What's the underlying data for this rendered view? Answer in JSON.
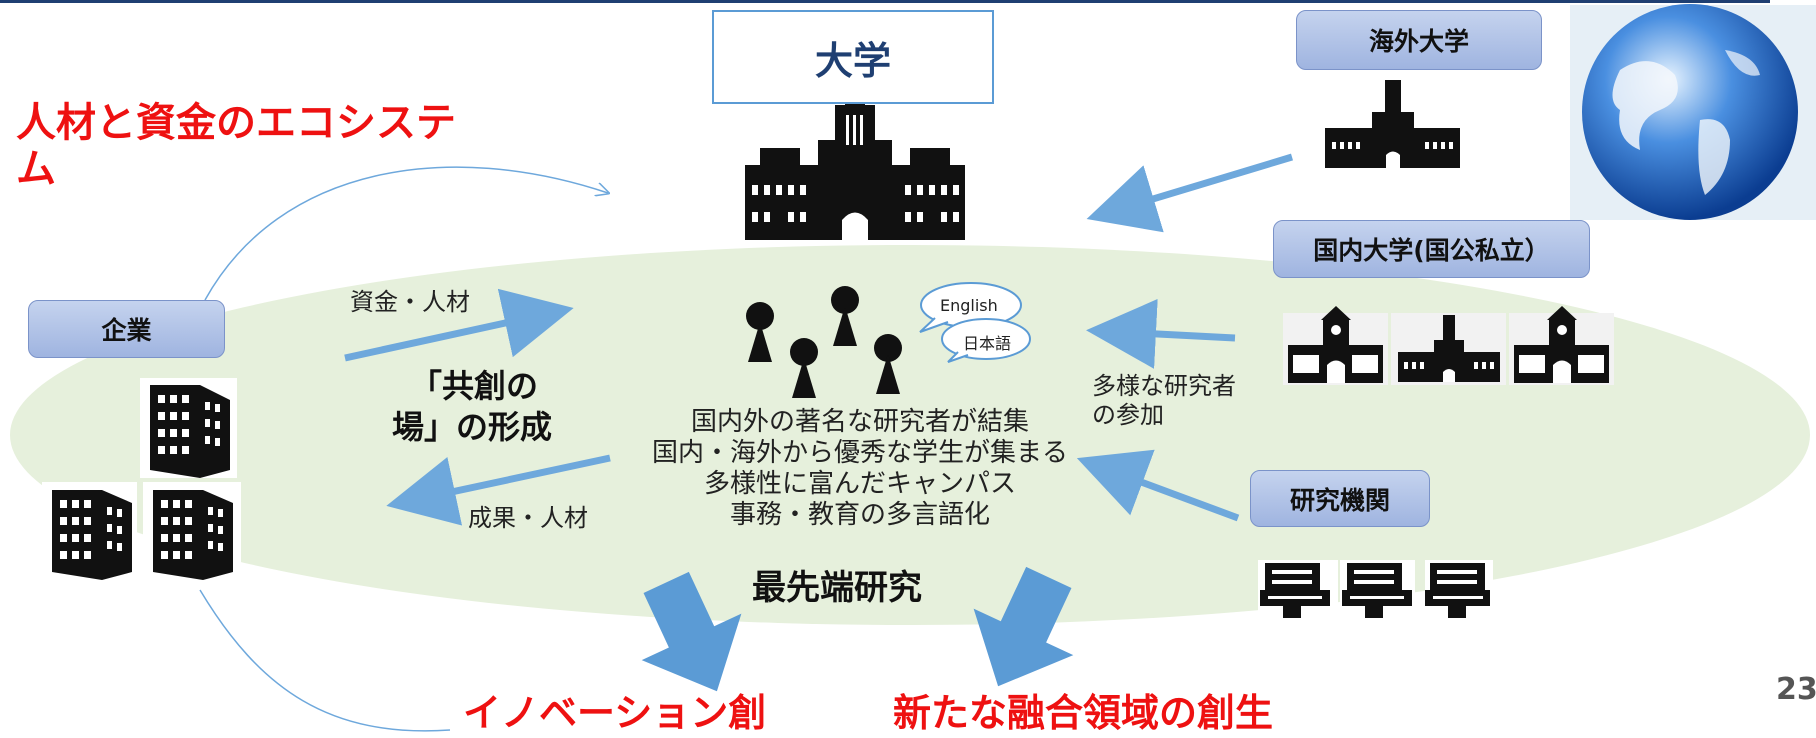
{
  "title": "人材と資金のエコシステム",
  "university_box": "大学",
  "overseas_univ": "海外大学",
  "domestic_univ": "国内大学(国公私立）",
  "company": "企業",
  "research_inst": "研究機関",
  "flow_top": "資金・人材",
  "flow_bottom": "成果・人材",
  "co_creation_line1": "「共創の",
  "co_creation_line2": "場」の形成",
  "researchers_join_line1": "多様な研究者",
  "researchers_join_line2": "の参加",
  "center_lines": [
    "国内外の著名な研究者が結集",
    "国内・海外から優秀な学生が集まる",
    "多様性に富んだキャンパス",
    "事務・教育の多言語化"
  ],
  "cutting_edge": "最先端研究",
  "bubble_en": "English",
  "bubble_ja": "日本語",
  "outcome_left": "イノベーション創",
  "outcome_right": "新たな融合領域の創生",
  "page_number": "23",
  "colors": {
    "accent_red": "#ee1111",
    "arrow_blue": "#6ea8dc",
    "ellipse_green": "#e6f0dc",
    "navy": "#1f3f72"
  }
}
